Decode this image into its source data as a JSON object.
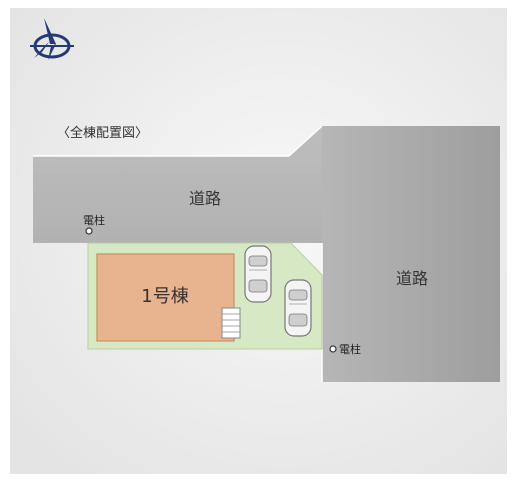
{
  "title": "〈全棟配置図〉",
  "roads": {
    "top_label": "道路",
    "right_label": "道路"
  },
  "building": {
    "label": "1号棟"
  },
  "poles": {
    "top_label": "電柱",
    "right_label": "電柱"
  },
  "colors": {
    "background": "#ececec",
    "road": "#a9a9a9",
    "lot": "#d6e8c4",
    "building": "#e8b48f",
    "compass": "#233a75"
  },
  "icons": [
    "compass-icon",
    "car-icon",
    "stairs-icon",
    "utility-pole-icon"
  ]
}
